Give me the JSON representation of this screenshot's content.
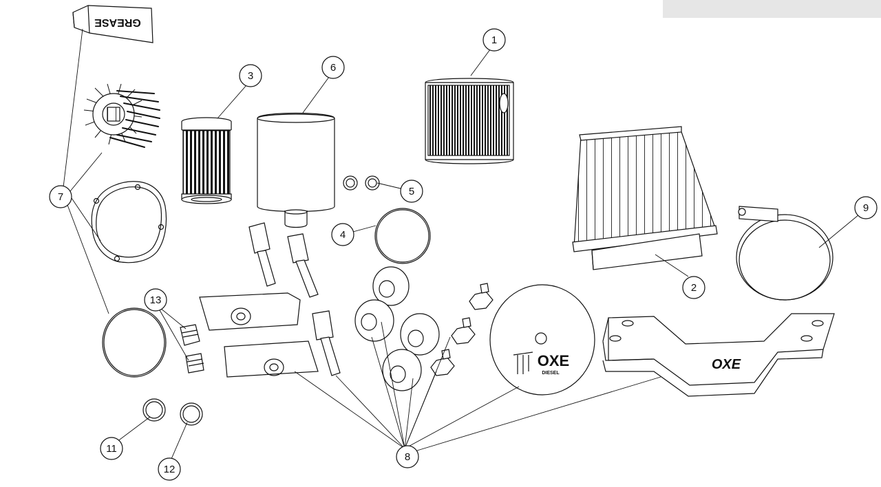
{
  "diagram": {
    "grease_label": "GREASE",
    "logo_disc_text": "OXE",
    "logo_disc_subtext": "DIESEL",
    "bracket_logo_text": "OXE",
    "callouts": [
      "1",
      "2",
      "3",
      "4",
      "5",
      "6",
      "7",
      "8",
      "9",
      "11",
      "12",
      "13"
    ]
  },
  "colors": {
    "line": "#111111",
    "background": "#ffffff",
    "topbar": "#e6e6e6"
  }
}
